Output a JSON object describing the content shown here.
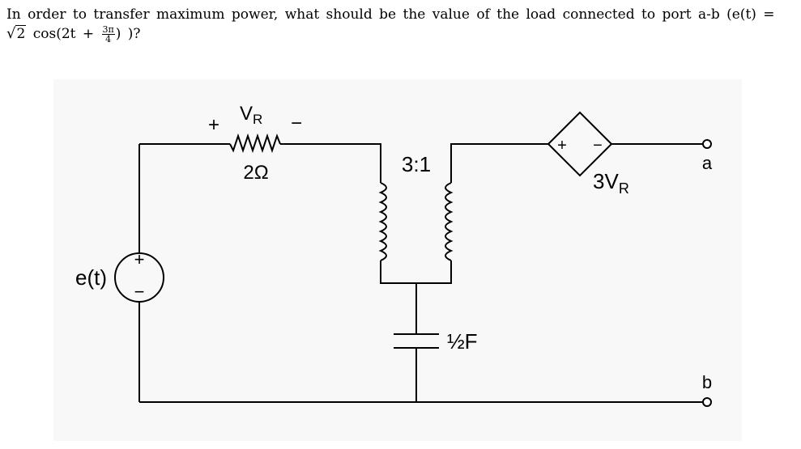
{
  "question": {
    "line1": "In order to transfer maximum power, what should be the value of the load connected to port a-b (e(t) =",
    "sqrt_arg": "2",
    "cos_prefix": "cos(2t + ",
    "frac_num": "3π",
    "frac_den": "4",
    "cos_suffix": ") )?"
  },
  "circuit": {
    "source_label": "e(t)",
    "source_plus": "+",
    "source_minus": "−",
    "resistor_voltage_label": "V",
    "resistor_voltage_sub": "R",
    "resistor_plus": "+",
    "resistor_minus": "−",
    "resistor_value": "2Ω",
    "transformer_ratio": "3:1",
    "dep_source_plus": "+",
    "dep_source_minus": "−",
    "dep_source_label": "3V",
    "dep_source_sub": "R",
    "capacitor_value": "½F",
    "port_a": "a",
    "port_b": "b"
  }
}
